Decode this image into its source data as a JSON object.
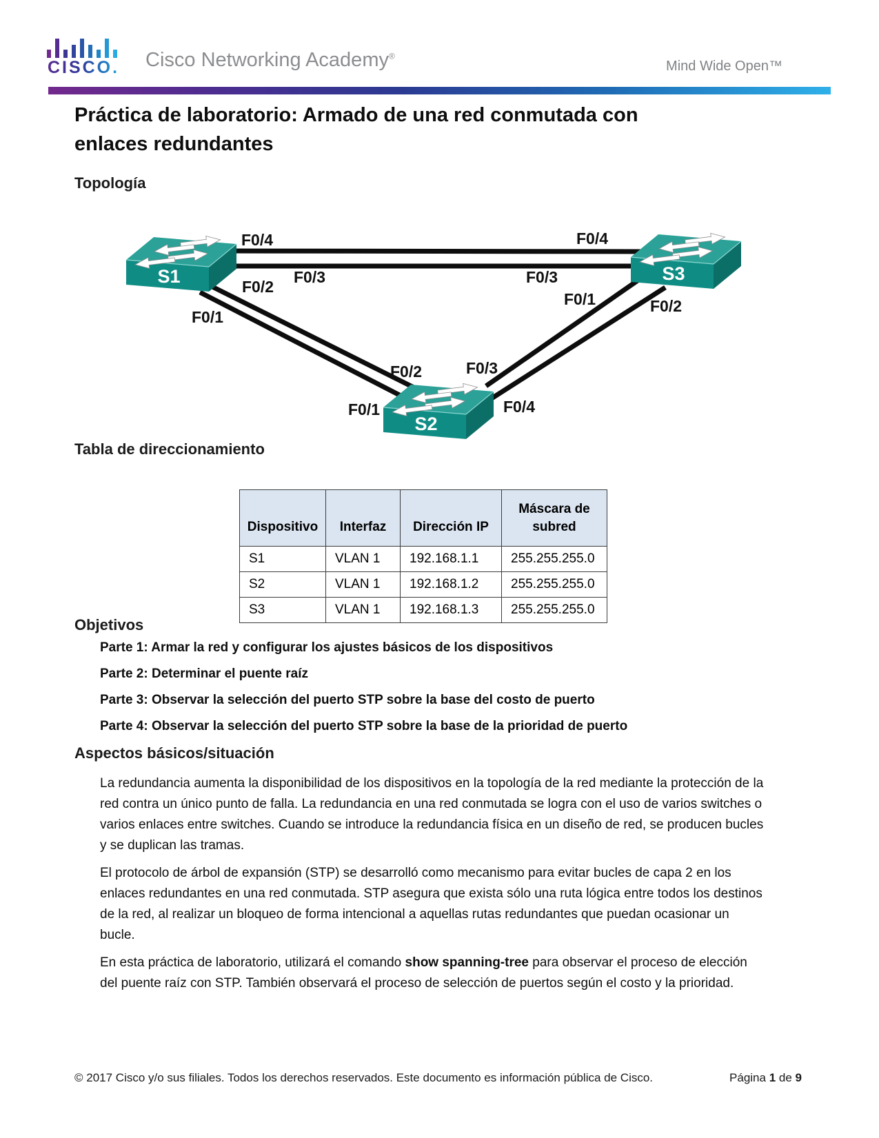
{
  "header": {
    "logo_text": "CISCO.",
    "brand": "Cisco Networking Academy",
    "brand_mark": "®",
    "tagline": "Mind Wide Open™"
  },
  "title": {
    "line1": "Práctica de laboratorio: Armado de una red conmutada con",
    "line2": "enlaces redundantes"
  },
  "sections": {
    "topology": "Topología",
    "addressing": "Tabla de direccionamiento",
    "objectives": "Objetivos",
    "background": "Aspectos básicos/situación"
  },
  "topology": {
    "switches": [
      {
        "name": "S1"
      },
      {
        "name": "S2"
      },
      {
        "name": "S3"
      }
    ],
    "port_labels": [
      {
        "id": "s1-f04",
        "text": "F0/4"
      },
      {
        "id": "s1-f03",
        "text": "F0/3"
      },
      {
        "id": "s1-f02",
        "text": "F0/2"
      },
      {
        "id": "s1-f01",
        "text": "F0/1"
      },
      {
        "id": "s3-f04",
        "text": "F0/4"
      },
      {
        "id": "s3-f03",
        "text": "F0/3"
      },
      {
        "id": "s3-f01",
        "text": "F0/1"
      },
      {
        "id": "s3-f02",
        "text": "F0/2"
      },
      {
        "id": "s2-f02",
        "text": "F0/2"
      },
      {
        "id": "s2-f01",
        "text": "F0/1"
      },
      {
        "id": "s2-f03",
        "text": "F0/3"
      },
      {
        "id": "s2-f04",
        "text": "F0/4"
      }
    ],
    "colors": {
      "switch_top": "#2ba198",
      "switch_front": "#0f8d85",
      "switch_side": "#0b6e67",
      "link": "#0d0d0d"
    }
  },
  "addressing_table": {
    "headers": [
      "Dispositivo",
      "Interfaz",
      "Dirección IP",
      "Máscara de subred"
    ],
    "rows": [
      [
        "S1",
        "VLAN 1",
        "192.168.1.1",
        "255.255.255.0"
      ],
      [
        "S2",
        "VLAN 1",
        "192.168.1.2",
        "255.255.255.0"
      ],
      [
        "S3",
        "VLAN 1",
        "192.168.1.3",
        "255.255.255.0"
      ]
    ]
  },
  "objectives": {
    "items": [
      "Parte 1: Armar la red y configurar los ajustes básicos de los dispositivos",
      "Parte 2: Determinar el puente raíz",
      "Parte 3: Observar la selección del puerto STP sobre la base del costo de puerto",
      "Parte 4: Observar la selección del puerto STP sobre la base de la prioridad de puerto"
    ]
  },
  "background": {
    "p1": "La redundancia aumenta la disponibilidad de los dispositivos en la topología de la red mediante la protección de la red contra un único punto de falla. La redundancia en una red conmutada se logra con el uso de varios switches o varios enlaces entre switches. Cuando se introduce la redundancia física en un diseño de red, se producen bucles y se duplican las tramas.",
    "p2": "El protocolo de árbol de expansión (STP) se desarrolló como mecanismo para evitar bucles de capa 2 en los enlaces redundantes en una red conmutada. STP asegura que exista sólo una ruta lógica entre todos los destinos de la red, al realizar un bloqueo de forma intencional a aquellas rutas redundantes que puedan ocasionar un bucle.",
    "p3_pre": "En esta práctica de laboratorio, utilizará el comando ",
    "p3_bold": "show spanning-tree",
    "p3_post": " para observar el proceso de elección del puente raíz con STP. También observará el proceso de selección de puertos según el costo y la prioridad."
  },
  "footer": {
    "left": "© 2017 Cisco y/o sus filiales. Todos los derechos reservados. Este documento es información pública de Cisco.",
    "page_label": "Página ",
    "page_number": "1",
    "page_of": " de ",
    "page_total": "9"
  }
}
